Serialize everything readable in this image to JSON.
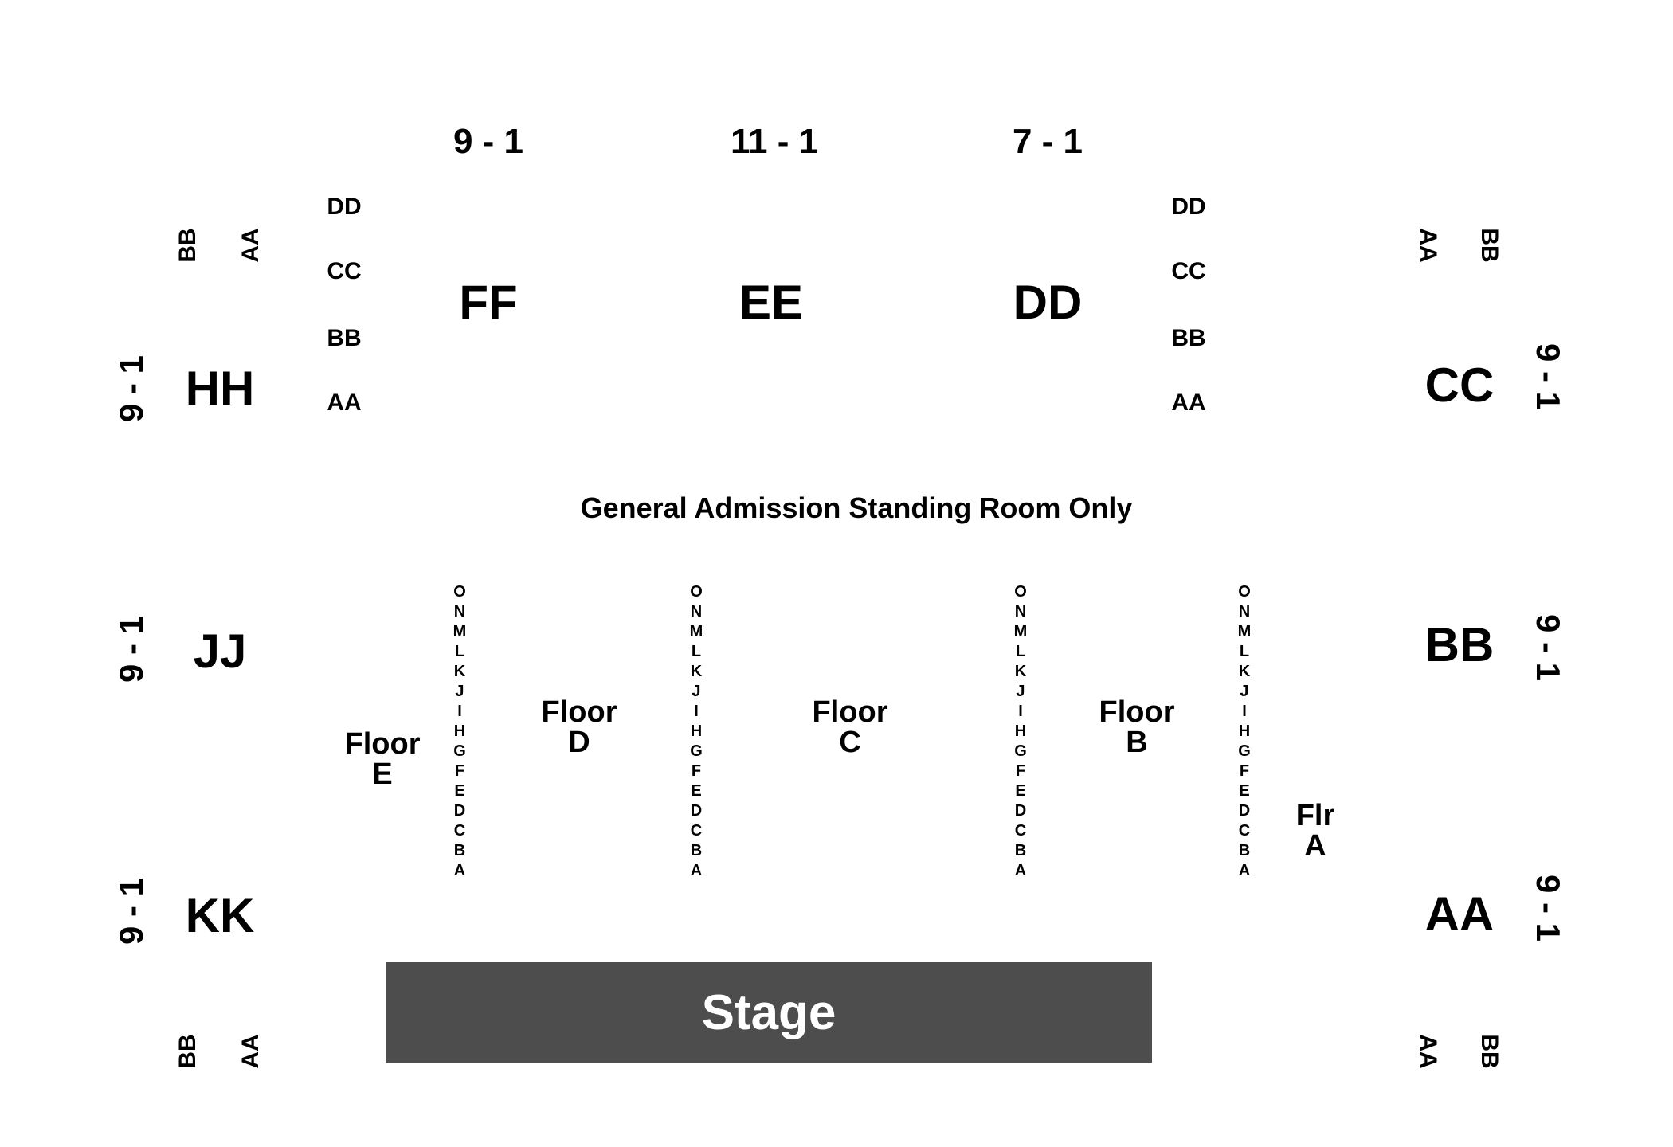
{
  "colors": {
    "background": "#ffffff",
    "text": "#000000",
    "stage": "#4d4d4d",
    "stage_text": "#ffffff"
  },
  "top_ranges": {
    "ff": "9 - 1",
    "ee": "11 - 1",
    "dd": "7 - 1"
  },
  "upper_sections": {
    "ff": "FF",
    "ee": "EE",
    "dd": "DD"
  },
  "upper_rows_left": [
    "DD",
    "CC",
    "BB",
    "AA"
  ],
  "upper_rows_right": [
    "DD",
    "CC",
    "BB",
    "AA"
  ],
  "left_side": {
    "hh": {
      "label": "HH",
      "range": "9 - 1"
    },
    "jj": {
      "label": "JJ",
      "range": "9 - 1"
    },
    "kk": {
      "label": "KK",
      "range": "9 - 1"
    },
    "top_rows": [
      "BB",
      "AA"
    ],
    "bottom_rows": [
      "BB",
      "AA"
    ]
  },
  "right_side": {
    "cc": {
      "label": "CC",
      "range": "9 - 1"
    },
    "bb": {
      "label": "BB",
      "range": "9 - 1"
    },
    "aa": {
      "label": "AA",
      "range": "9 - 1"
    },
    "top_rows": [
      "AA",
      "BB"
    ],
    "bottom_rows": [
      "AA",
      "BB"
    ]
  },
  "general_admission": "General  Admission Standing Room Only",
  "floor_sections": {
    "e": [
      "Floor",
      "E"
    ],
    "d": [
      "Floor",
      "D"
    ],
    "c": [
      "Floor",
      "C"
    ],
    "b": [
      "Floor",
      "B"
    ],
    "a": [
      "Flr",
      "A"
    ]
  },
  "floor_rows": [
    "O",
    "N",
    "M",
    "L",
    "K",
    "J",
    "I",
    "H",
    "G",
    "F",
    "E",
    "D",
    "C",
    "B",
    "A"
  ],
  "stage": "Stage"
}
